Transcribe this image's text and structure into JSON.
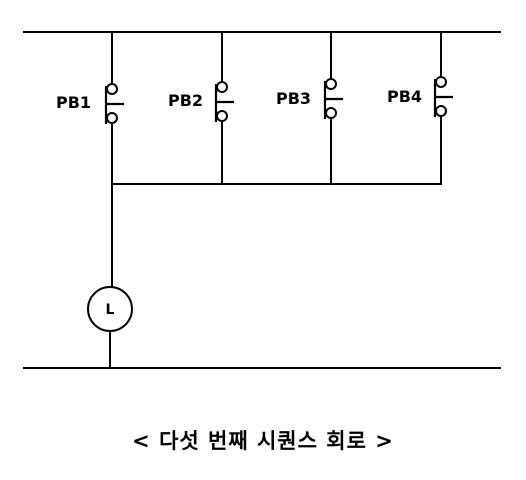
{
  "switches": [
    {
      "label": "PB1"
    },
    {
      "label": "PB2"
    },
    {
      "label": "PB3"
    },
    {
      "label": "PB4"
    }
  ],
  "lamp": {
    "label": "L"
  },
  "caption": "< 다섯 번째 시퀀스 회로 >"
}
